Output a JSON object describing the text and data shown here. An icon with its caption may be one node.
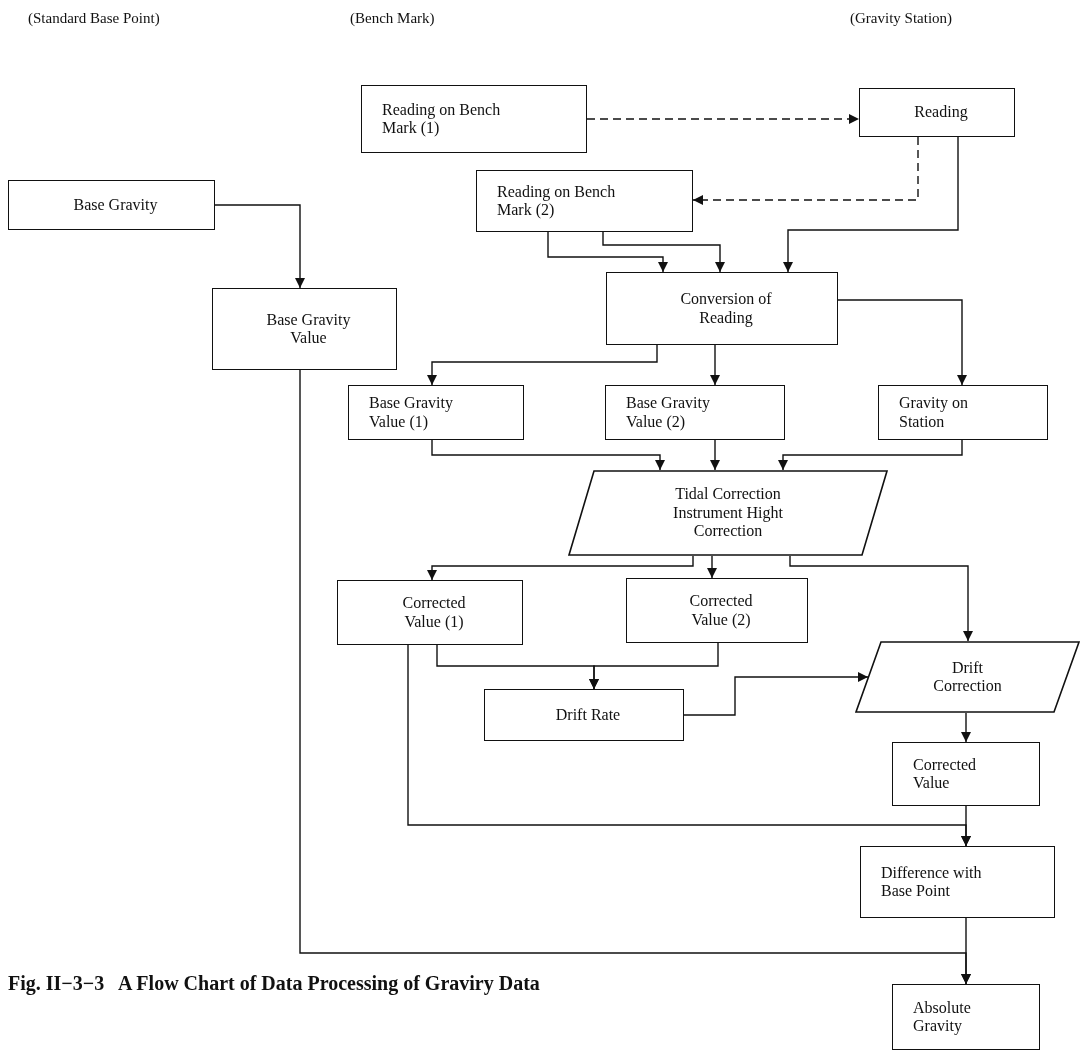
{
  "diagram": {
    "caption": "Fig. II−3−3   A Flow Chart of Data Processing of Graviry Data",
    "nodes": [
      {
        "text": [
          "Reading on Bench Mark (1)"
        ]
      },
      {
        "text": [
          "Reading"
        ]
      },
      {
        "text": [
          "Base Gravity"
        ]
      },
      {
        "text": [
          "Reading on Bench Mark (2)"
        ]
      },
      {
        "text": [
          "Base Gravity Value"
        ]
      },
      {
        "text": [
          "Conversion of Reading"
        ]
      },
      {
        "text": [
          "Base Gravity Value (1)"
        ]
      },
      {
        "text": [
          "Base Gravity Value (2)"
        ]
      },
      {
        "text": [
          "Gravity on Station"
        ]
      },
      {
        "text": [
          "Tidal Correction Instrument Hight Correction"
        ]
      },
      {
        "text": [
          "Corrected Value (1)"
        ]
      },
      {
        "text": [
          "Corrected Value (2)"
        ]
      },
      {
        "text": [
          "Drift Correction"
        ]
      },
      {
        "text": [
          "Drift Rate"
        ]
      },
      {
        "text": [
          "Corrected Value"
        ]
      },
      {
        "text": [
          "Difference with Base Point"
        ]
      },
      {
        "text": [
          "Absolute Gravity"
        ]
      }
    ],
    "edges": [
      {
        "from": 0,
        "to": 1,
        "arrow": "to",
        "style": "dashed"
      },
      {
        "from": 1,
        "to": 3,
        "arrow": "to",
        "style": "dashed"
      },
      {
        "from": 1,
        "to": 5,
        "arrow": "to"
      },
      {
        "from": 2,
        "to": 4,
        "arrow": "to"
      },
      {
        "from": 3,
        "to": 5,
        "arrow": "to"
      },
      {
        "from": 3,
        "to": 5,
        "arrow": "to"
      },
      {
        "from": 4,
        "to": 16,
        "arrow": "to"
      },
      {
        "from": 5,
        "to": 6,
        "arrow": "to"
      },
      {
        "from": 5,
        "to": 7,
        "arrow": "to"
      },
      {
        "from": 5,
        "to": 8,
        "arrow": "to"
      },
      {
        "from": 6,
        "to": 9,
        "arrow": "to"
      },
      {
        "from": 7,
        "to": 9,
        "arrow": "to"
      },
      {
        "from": 8,
        "to": 9,
        "arrow": "to"
      },
      {
        "from": 9,
        "to": 10,
        "arrow": "to"
      },
      {
        "from": 9,
        "to": 11,
        "arrow": "to"
      },
      {
        "from": 9,
        "to": 12,
        "arrow": "to"
      },
      {
        "from": 10,
        "to": 13,
        "arrow": "to"
      },
      {
        "from": 11,
        "to": 13,
        "arrow": "to"
      },
      {
        "from": 13,
        "to": 12,
        "arrow": "to"
      },
      {
        "from": 12,
        "to": 14,
        "arrow": "to"
      },
      {
        "from": 10,
        "to": 15,
        "arrow": "to"
      },
      {
        "from": 14,
        "to": 15,
        "arrow": "to"
      },
      {
        "from": 15,
        "to": 16,
        "arrow": "to"
      }
    ],
    "labels": [
      "(Standard Base Point)",
      "(Bench Mark)",
      "(Gravity Station)"
    ]
  }
}
